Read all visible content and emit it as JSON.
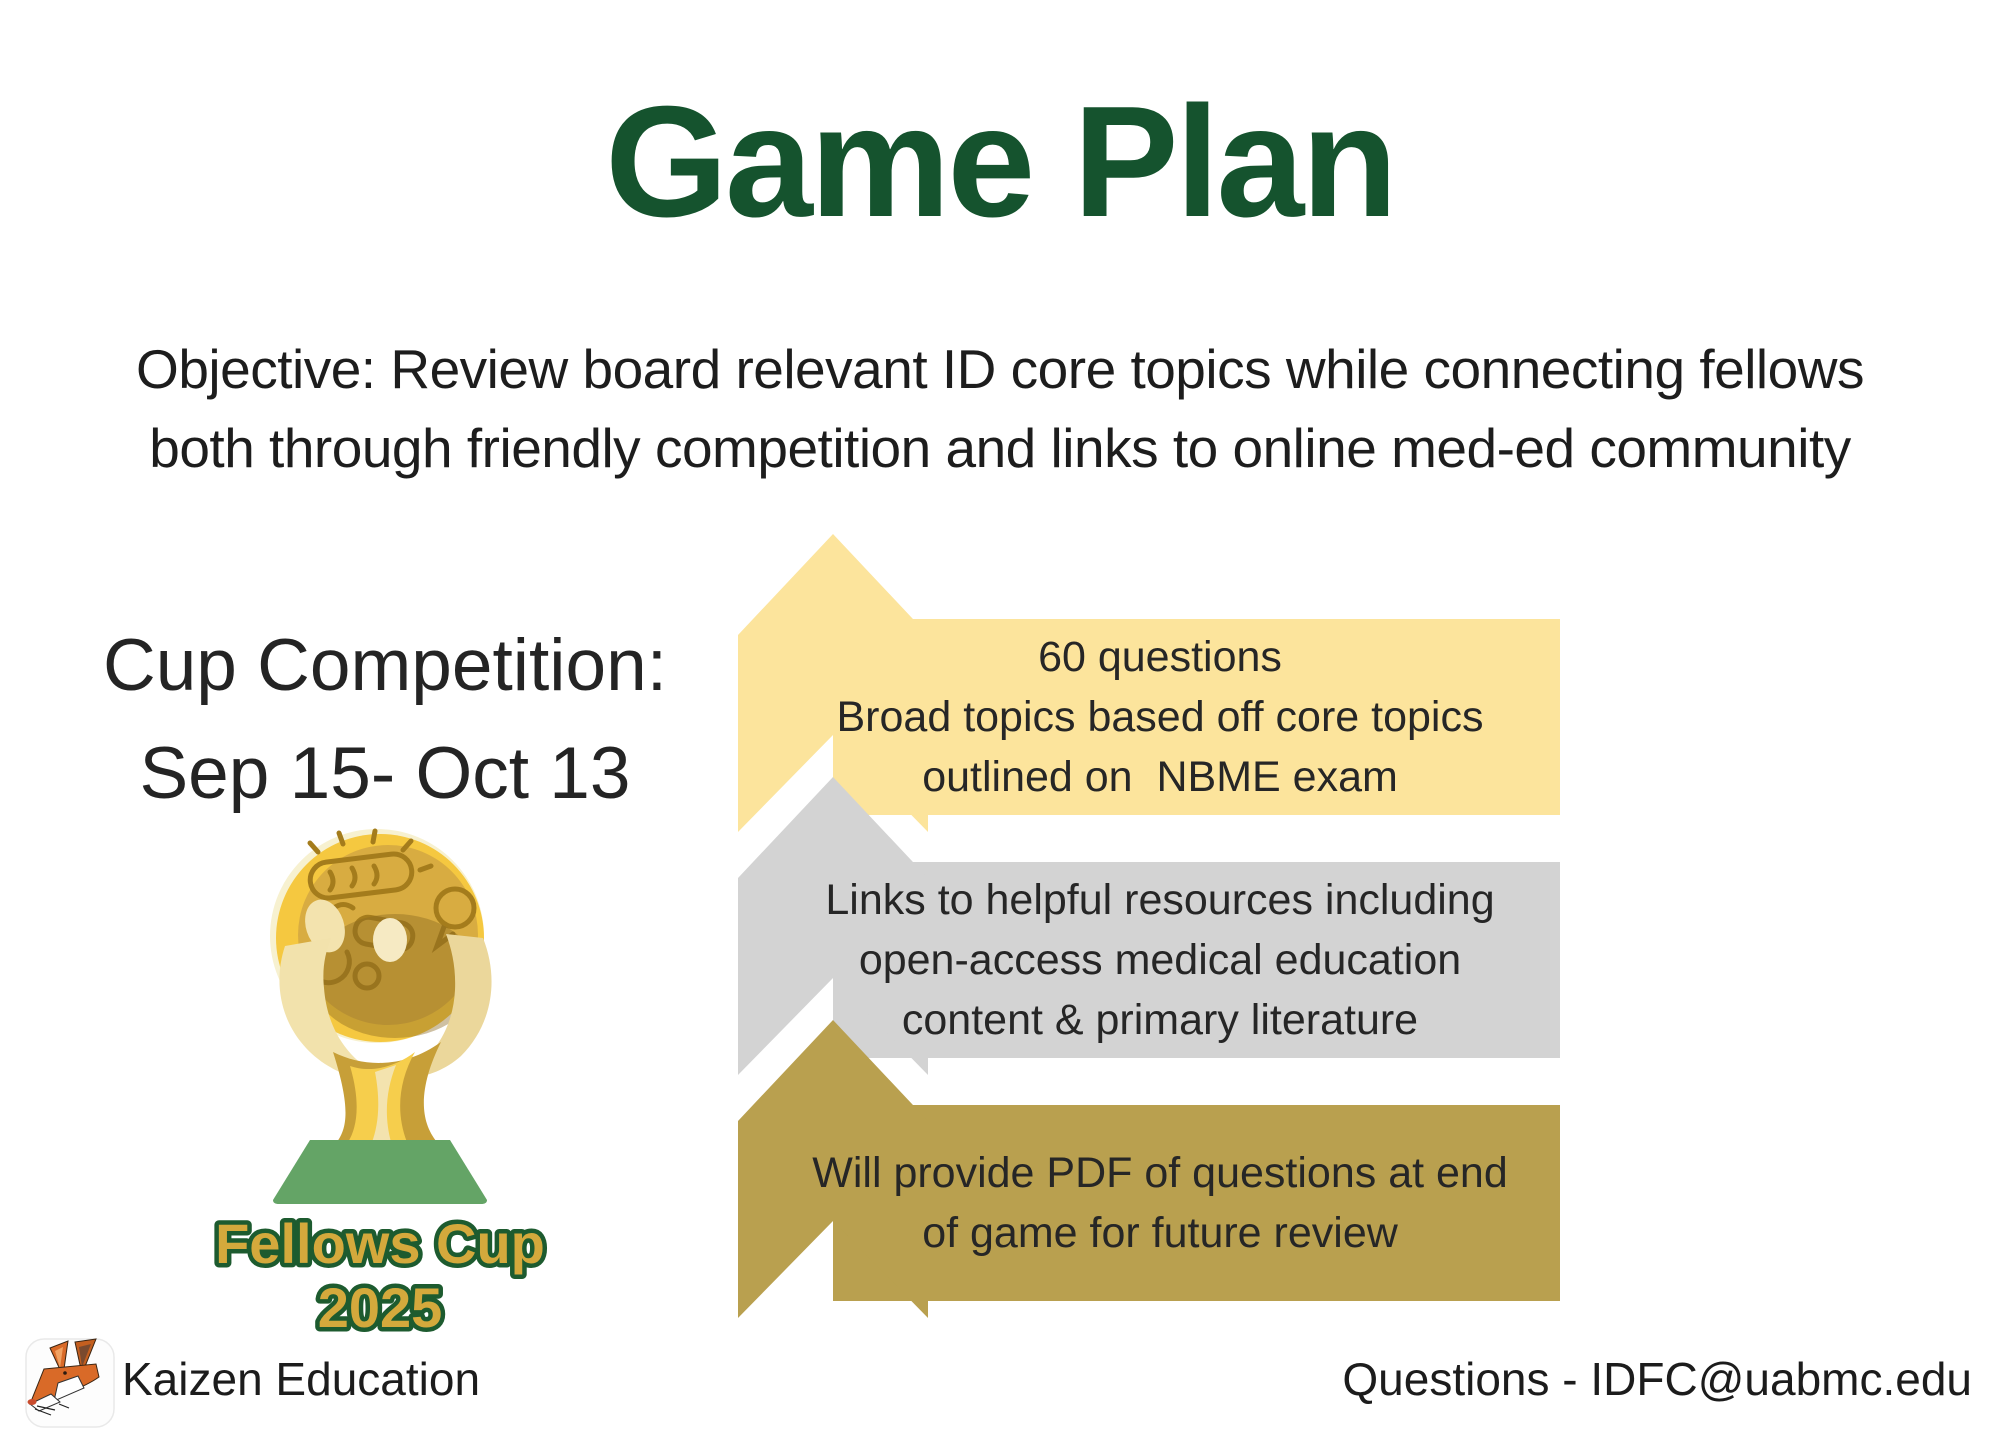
{
  "slide": {
    "title": "Game Plan",
    "objective_line1": "Objective: Review board relevant ID core topics while connecting fellows",
    "objective_line2": "both through friendly competition and links to online med-ed community"
  },
  "cup": {
    "heading_line1": "Cup Competition:",
    "heading_line2": "Sep 15- Oct 13",
    "caption_line1": "Fellows Cup",
    "caption_line2": "2025"
  },
  "chevrons": [
    {
      "color": "#FCE49C",
      "line1": "60 questions",
      "line2": "Broad topics based off core topics",
      "line3": "outlined on  NBME exam"
    },
    {
      "color": "#D3D3D3",
      "line1": "Links to helpful resources including",
      "line2": "open-access medical education",
      "line3": "content & primary literature"
    },
    {
      "color": "#B9A04F",
      "line1": "Will provide PDF of questions at end",
      "line2": "of game for future review",
      "line3": ""
    }
  ],
  "footer": {
    "brand": "Kaizen Education",
    "contact": "Questions - IDFC@uabmc.edu"
  },
  "colors": {
    "title_green": "#15532E",
    "body_text": "#212121",
    "chevron_yellow": "#FCE49C",
    "chevron_gray": "#D3D3D3",
    "chevron_gold": "#B9A04F",
    "trophy_gold": "#F5C840",
    "trophy_disc": "#D8AC41",
    "trophy_cream": "#F2E2AC",
    "trophy_base_green": "#64A466",
    "caption_fill": "#D4A93C",
    "caption_outline": "#1D5B2F"
  }
}
